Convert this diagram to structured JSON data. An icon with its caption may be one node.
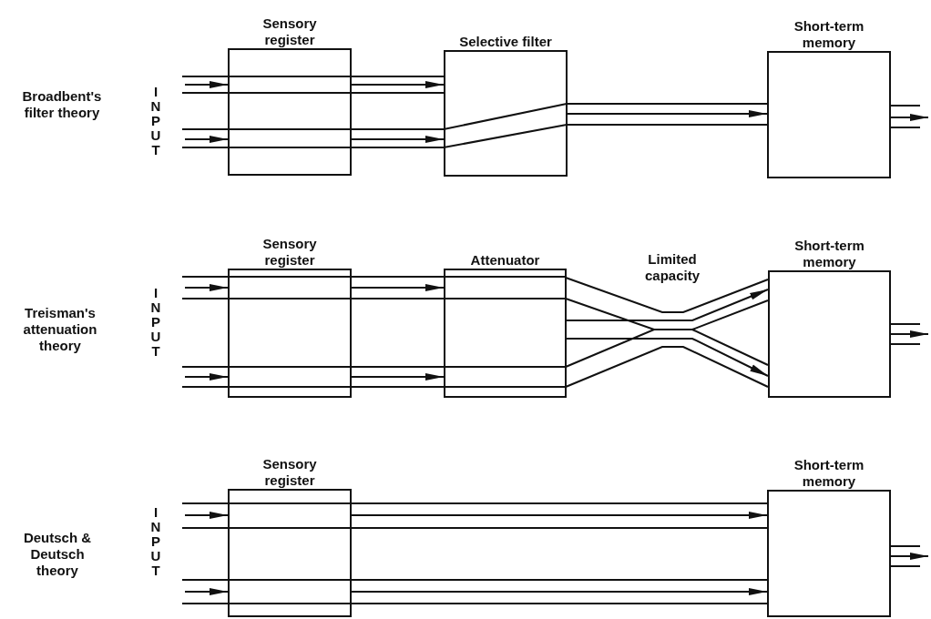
{
  "diagram": {
    "nodes": [
      {
        "text": [
          "Sensory register"
        ]
      },
      {
        "text": [
          "Selective filter"
        ]
      },
      {
        "text": [
          "Short-term memory"
        ]
      },
      {
        "text": [
          "Sensory register"
        ]
      },
      {
        "text": [
          "Attenuator"
        ]
      },
      {
        "text": [
          "Short-term memory"
        ]
      },
      {
        "text": [
          "Sensory register"
        ]
      },
      {
        "text": [
          "Short-term memory"
        ]
      }
    ],
    "edges": [
      {
        "from": null,
        "to": 0,
        "arrow": "to"
      },
      {
        "from": null,
        "to": 0,
        "arrow": "to"
      },
      {
        "from": 0,
        "to": 1,
        "arrow": "to"
      },
      {
        "from": 0,
        "to": 1,
        "arrow": "to"
      },
      {
        "from": 1,
        "to": 2,
        "arrow": "to"
      },
      {
        "from": 2,
        "to": null,
        "arrow": "to"
      },
      {
        "from": null,
        "to": 3,
        "arrow": "to"
      },
      {
        "from": null,
        "to": 3,
        "arrow": "to"
      },
      {
        "from": 3,
        "to": 4,
        "arrow": "to"
      },
      {
        "from": 3,
        "to": 4,
        "arrow": "to"
      },
      {
        "from": 4,
        "to": 5,
        "arrow": "to"
      },
      {
        "from": 4,
        "to": 5,
        "arrow": "to"
      },
      {
        "from": 5,
        "to": null,
        "arrow": "to"
      },
      {
        "from": null,
        "to": 6,
        "arrow": "to"
      },
      {
        "from": null,
        "to": 6,
        "arrow": "to"
      },
      {
        "from": 6,
        "to": 7,
        "arrow": "to"
      },
      {
        "from": 6,
        "to": 7,
        "arrow": "to"
      },
      {
        "from": 7,
        "to": null,
        "arrow": "to"
      }
    ],
    "labels": [
      "Broadbent's filter theory",
      "INPUT",
      "Limited capacity",
      "Treisman's attenuation theory",
      "INPUT",
      "Deutsch & Deutsch theory",
      "INPUT"
    ]
  }
}
